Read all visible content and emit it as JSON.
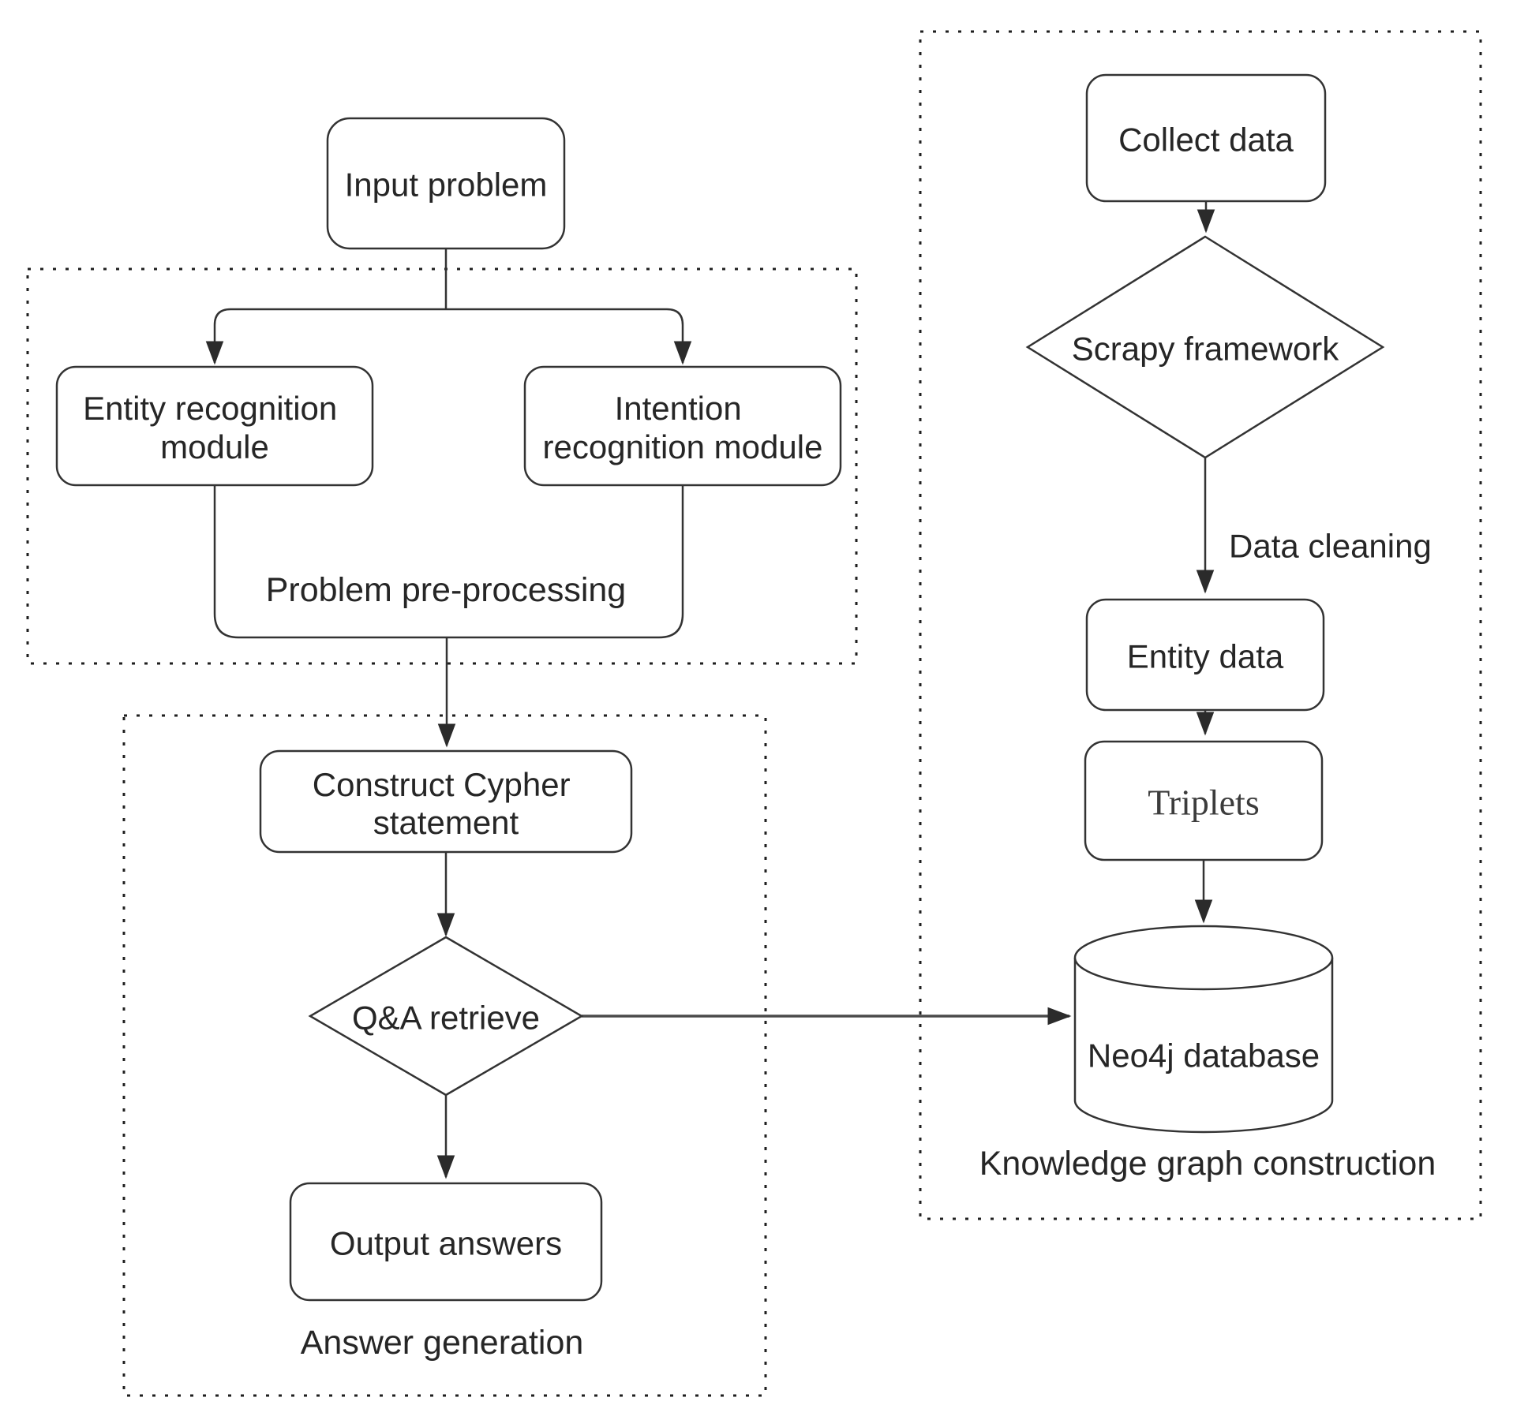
{
  "diagram": {
    "nodes": {
      "input_problem": {
        "label": "Input problem"
      },
      "entity_recognition": {
        "line1": "Entity recognition",
        "line2": "module"
      },
      "intention_recognition": {
        "line1": "Intention",
        "line2": "recognition module"
      },
      "construct_cypher": {
        "line1": "Construct Cypher",
        "line2": "statement"
      },
      "qa_retrieve": {
        "label": "Q&A retrieve"
      },
      "output_answers": {
        "label": "Output answers"
      },
      "collect_data": {
        "label": "Collect data"
      },
      "scrapy_framework": {
        "label": "Scrapy framework"
      },
      "entity_data": {
        "label": "Entity data"
      },
      "triplets": {
        "label": "Triplets"
      },
      "neo4j_database": {
        "label": "Neo4j database"
      }
    },
    "containers": {
      "problem_preprocessing": {
        "label": "Problem pre-processing"
      },
      "answer_generation": {
        "label": "Answer generation"
      },
      "knowledge_graph": {
        "label": "Knowledge graph construction"
      }
    },
    "edge_labels": {
      "data_cleaning": "Data cleaning"
    },
    "colors": {
      "background": "#ffffff",
      "stroke": "#333333",
      "text": "#262626"
    }
  }
}
